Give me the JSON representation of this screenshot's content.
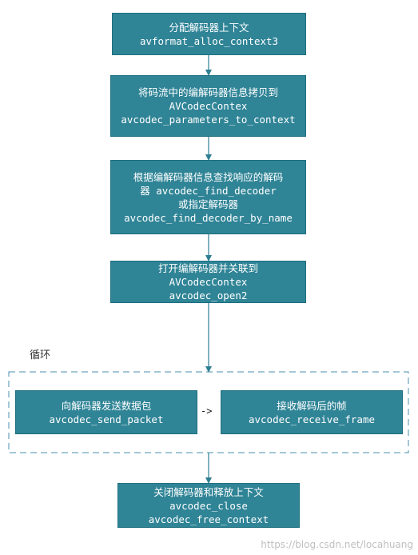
{
  "steps": [
    {
      "title": "分配解码器上下文",
      "code": "avformat_alloc_context3"
    },
    {
      "title": "将码流中的编解码器信息拷贝到",
      "code": "AVCodecContex",
      "code2": "avcodec_parameters_to_context"
    },
    {
      "title": "根据编解码器信息查找响应的解码",
      "line2": "器 avcodec_find_decoder",
      "line3": "或指定解码器",
      "code": "avcodec_find_decoder_by_name"
    },
    {
      "title": "打开编解码器并关联到",
      "code": "AVCodecContex",
      "code2": "avcodec_open2"
    }
  ],
  "loop": {
    "label": "循环",
    "send": {
      "title": "向解码器发送数据包",
      "code": "avcodec_send_packet"
    },
    "arrow": "->",
    "receive": {
      "title": "接收解码后的帧",
      "code": "avcodec_receive_frame"
    }
  },
  "final": {
    "title": "关闭解码器和释放上下文",
    "code": "avcodec_close",
    "code2": "avcodec_free_context"
  },
  "watermark": "https://blog.csdn.net/locahuang",
  "colors": {
    "box": "#2f8496",
    "line": "#2f7f92",
    "dashed": "#4a8fae"
  }
}
